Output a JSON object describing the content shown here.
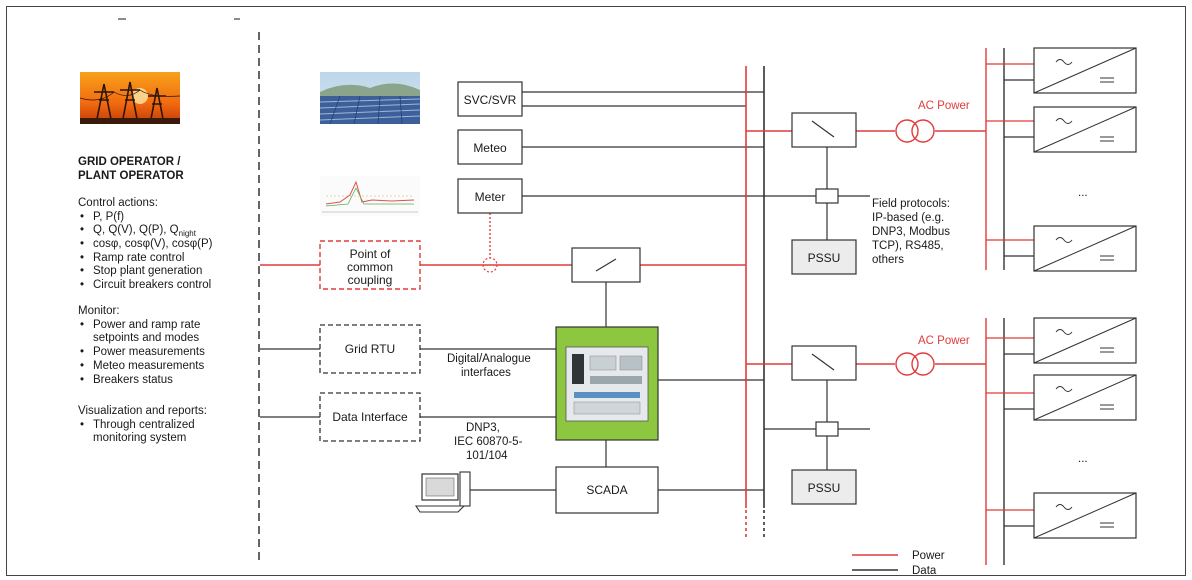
{
  "left_panel": {
    "heading_line1": "GRID OPERATOR /",
    "heading_line2": "PLANT OPERATOR",
    "control_title": "Control actions:",
    "control_items": [
      "P, P(f)",
      "Q, Q(V), Q(P), Q",
      "cosφ, cosφ(V), cosφ(P)",
      "Ramp rate control",
      "Stop plant generation",
      "Circuit breakers control"
    ],
    "q_night_subscript": "night",
    "monitor_title": "Monitor:",
    "monitor_items": [
      "Power and ramp rate",
      "setpoints and modes",
      "Power measurements",
      "Meteo measurements",
      "Breakers status"
    ],
    "viz_title": "Visualization and reports:",
    "viz_items": [
      "Through centralized",
      "monitoring system"
    ]
  },
  "boxes": {
    "svc": "SVC/SVR",
    "meteo": "Meteo",
    "meter": "Meter",
    "pcc": [
      "Point of",
      "common",
      "coupling"
    ],
    "grid_rtu": "Grid RTU",
    "data_interface": "Data Interface",
    "scada": "SCADA",
    "pssu_top": "PSSU",
    "pssu_bottom": "PSSU"
  },
  "labels": {
    "digital_analogue": [
      "Digital/Analogue",
      "interfaces"
    ],
    "dnp3": [
      "DNP3,",
      "IEC 60870-5-",
      "101/104"
    ],
    "field_protocols": [
      "Field protocols:",
      "IP-based (e.g.",
      "DNP3, Modbus",
      "TCP), RS485,",
      "others"
    ],
    "ac_power_top": "AC Power",
    "ac_power_bottom": "AC Power",
    "ellipsis_top": "...",
    "ellipsis_bottom": "..."
  },
  "legend": {
    "power": "Power",
    "data": "Data"
  },
  "colors": {
    "power": "#e23b3b",
    "data": "#333333",
    "controller": "#8dc63f"
  }
}
